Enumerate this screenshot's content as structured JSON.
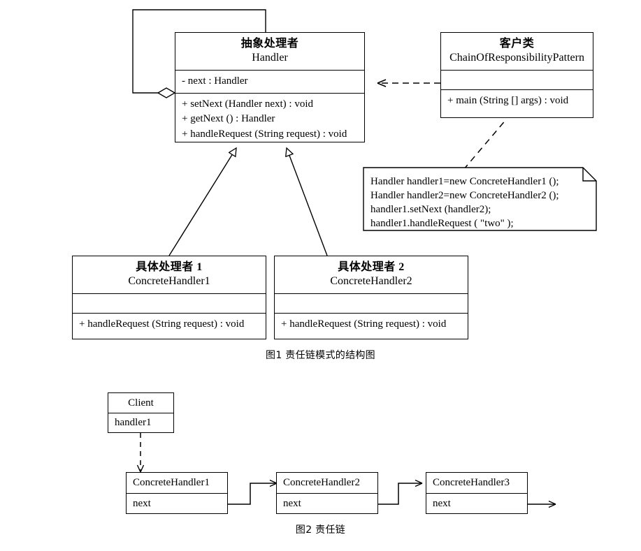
{
  "document": {
    "title": "责任链模式 UML 结构图",
    "background_color": "#ffffff",
    "line_color": "#000000"
  },
  "figure1": {
    "caption": "图1 责任链模式的结构图",
    "classes": {
      "handler": {
        "name_cn": "抽象处理者",
        "name_en": "Handler",
        "attributes": [
          "- next : Handler"
        ],
        "operations": [
          "+ setNext (Handler next) : void",
          "+ getNext () : Handler",
          "+ handleRequest (String request) : void"
        ]
      },
      "client": {
        "name_cn": "客户类",
        "name_en": "ChainOfResponsibilityPattern",
        "attributes": [
          ""
        ],
        "operations": [
          "+ main (String [] args) : void"
        ]
      },
      "concrete1": {
        "name_cn": "具体处理者 1",
        "name_en": "ConcreteHandler1",
        "attributes": [
          ""
        ],
        "operations": [
          "+ handleRequest (String request) : void"
        ]
      },
      "concrete2": {
        "name_cn": "具体处理者 2",
        "name_en": "ConcreteHandler2",
        "attributes": [
          ""
        ],
        "operations": [
          "+ handleRequest (String request) : void"
        ]
      }
    },
    "note": {
      "lines": [
        "Handler handler1=new ConcreteHandler1 ();",
        "Handler handler2=new ConcreteHandler2 ();",
        "handler1.setNext (handler2);",
        "handler1.handleRequest (  \"two\"  );"
      ]
    },
    "relations": [
      {
        "kind": "aggregation-self",
        "from": "handler",
        "to": "handler"
      },
      {
        "kind": "dependency",
        "from": "client",
        "to": "handler"
      },
      {
        "kind": "generalization",
        "from": "concrete1",
        "to": "handler"
      },
      {
        "kind": "generalization",
        "from": "concrete2",
        "to": "handler"
      },
      {
        "kind": "note-anchor",
        "from": "note",
        "to": "client"
      }
    ]
  },
  "figure2": {
    "caption": "图2 责任链",
    "client": {
      "title": "Client",
      "field": "handler1"
    },
    "chain": [
      {
        "title": "ConcreteHandler1",
        "field": "next"
      },
      {
        "title": "ConcreteHandler2",
        "field": "next"
      },
      {
        "title": "ConcreteHandler3",
        "field": "next"
      }
    ],
    "relations": [
      {
        "kind": "dependency",
        "from": "client",
        "to": "ConcreteHandler1"
      },
      {
        "kind": "link",
        "from": "ConcreteHandler1",
        "to": "ConcreteHandler2"
      },
      {
        "kind": "link",
        "from": "ConcreteHandler2",
        "to": "ConcreteHandler3"
      },
      {
        "kind": "link-open",
        "from": "ConcreteHandler3",
        "to": ""
      }
    ]
  }
}
